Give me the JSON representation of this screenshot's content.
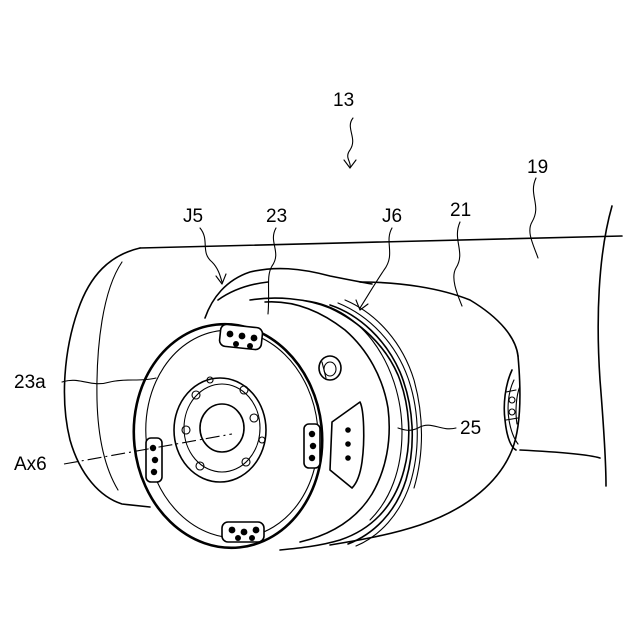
{
  "figure": {
    "labels": {
      "assembly": "13",
      "joint_j5": "J5",
      "part_23": "23",
      "joint_j6": "J6",
      "part_21": "21",
      "part_19": "19",
      "face_23a": "23a",
      "axis_ax6": "Ax6",
      "part_25": "25"
    },
    "line_color": "#000000",
    "background": "#ffffff"
  }
}
